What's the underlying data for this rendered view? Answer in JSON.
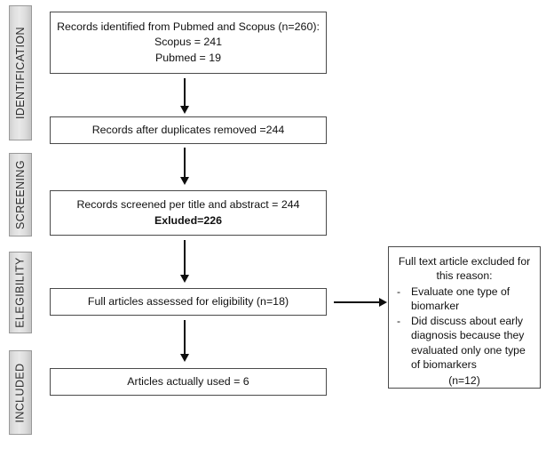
{
  "diagram": {
    "title": "PRISMA study selection flow diagram",
    "type": "flowchart",
    "accent_color": "#0d0d0d",
    "stage_fill_color": "#dedede",
    "stage_border_color": "#9a9a9a",
    "box_border_color": "#4a4a4a"
  },
  "stages": [
    {
      "label": "IDENTIFICATION"
    },
    {
      "label": "SCREENING"
    },
    {
      "label": "ELEGIBILITY"
    },
    {
      "label": "INCLUDED"
    }
  ],
  "boxes": {
    "identification": {
      "line1": "Records identified from Pubmed and Scopus (n=260):",
      "line2": "Scopus = 241",
      "line3": "Pubmed = 19"
    },
    "duplicates": {
      "line1": "Records after duplicates removed =244"
    },
    "screened": {
      "line1": "Records screened per title and abstract = 244",
      "line2": "Exluded=226"
    },
    "eligibility": {
      "line1": "Full  articles assessed for eligibility (n=18)"
    },
    "included": {
      "line1": "Articles actually used = 6"
    }
  },
  "exclusion": {
    "heading": "Full text article excluded for this reason:",
    "dash": "-",
    "reasons": [
      "Evaluate one type of biomarker",
      "Did discuss about early diagnosis  because they evaluated only one type of biomarkers"
    ],
    "count": "(n=12)"
  },
  "arrows": {
    "identification_to_duplicates": "down-arrow",
    "duplicates_to_screened": "down-arrow",
    "screened_to_eligibility": "down-arrow",
    "eligibility_to_included": "down-arrow",
    "eligibility_to_exclusion": "right-arrow"
  }
}
